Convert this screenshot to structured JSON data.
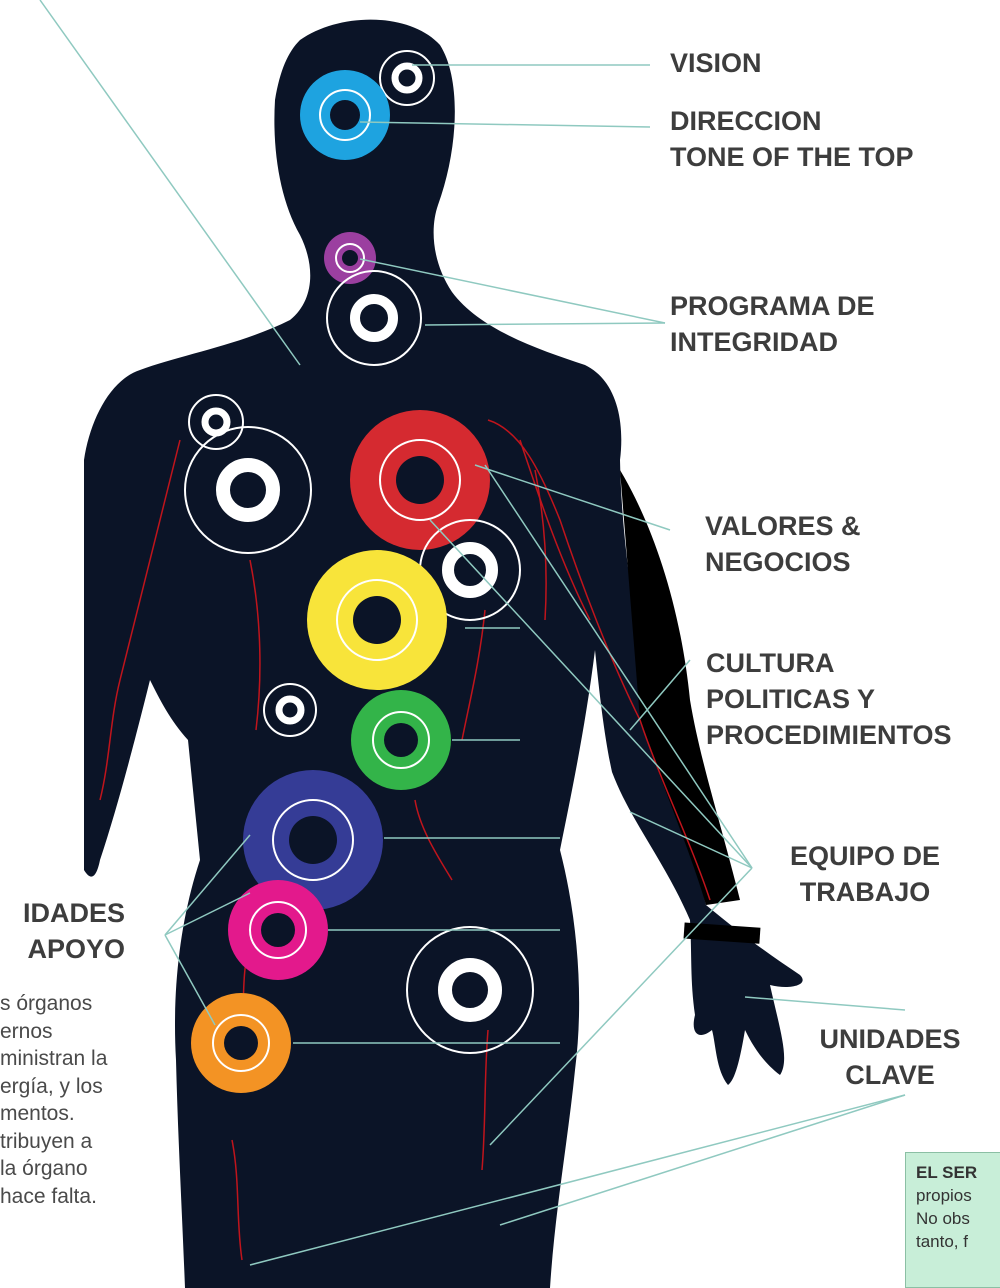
{
  "labels": {
    "vision": "VISION",
    "direccion": "DIRECCION",
    "tone": "TONE OF THE TOP",
    "programa_1": "PROGRAMA DE",
    "programa_2": "INTEGRIDAD",
    "valores_1": "VALORES &",
    "valores_2": "NEGOCIOS",
    "cultura_1": "CULTURA",
    "cultura_2": "POLITICAS Y",
    "cultura_3": "PROCEDIMIENTOS",
    "equipo_1": "EQUIPO DE",
    "equipo_2": "TRABAJO",
    "unidades_clave_1": "UNIDADES",
    "unidades_clave_2": "CLAVE",
    "unidades_apoyo_1": "IDADES",
    "unidades_apoyo_2": "APOYO"
  },
  "support_text": [
    "s órganos",
    "ernos",
    "ministran la",
    "ergía, y los",
    "mentos.",
    "tribuyen a",
    "la órgano",
    "hace falta."
  ],
  "note": {
    "lead": "EL SER",
    "lines": [
      "propios",
      "No obs",
      "tanto, f"
    ]
  },
  "colors": {
    "silhouette": "#0b1427",
    "leader_line": "#8fc9c0",
    "label_text": "#3d3d3d",
    "note_bg": "#c8eed8",
    "vein": "#c0141c",
    "ring_blue": "#1ea3e0",
    "ring_purple": "#9b3fa0",
    "ring_red": "#d52a30",
    "ring_yellow": "#f8e43a",
    "ring_green": "#33b449",
    "ring_indigo": "#353c96",
    "ring_magenta": "#e3198c",
    "ring_orange": "#f39324"
  }
}
